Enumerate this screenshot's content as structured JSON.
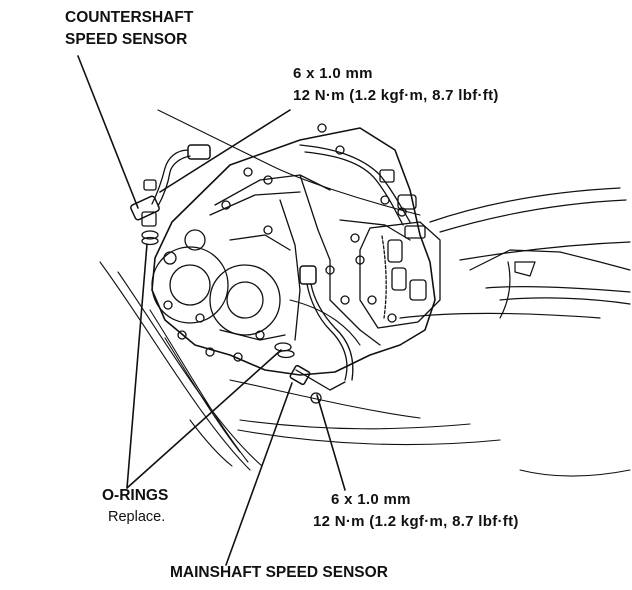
{
  "callouts": {
    "countershaft_sensor": [
      "COUNTERSHAFT",
      "SPEED SENSOR"
    ],
    "mainshaft_sensor": "MAINSHAFT SPEED SENSOR",
    "o_rings": "O-RINGS",
    "o_rings_note": "Replace."
  },
  "torque_specs": {
    "upper": {
      "size": "6 x 1.0 mm",
      "torque": "12 N·m (1.2 kgf·m, 8.7 lbf·ft)"
    },
    "lower": {
      "size": "6 x 1.0 mm",
      "torque": "12 N·m (1.2 kgf·m, 8.7 lbf·ft)"
    }
  },
  "colors": {
    "ink": "#111111",
    "background": "#ffffff"
  }
}
